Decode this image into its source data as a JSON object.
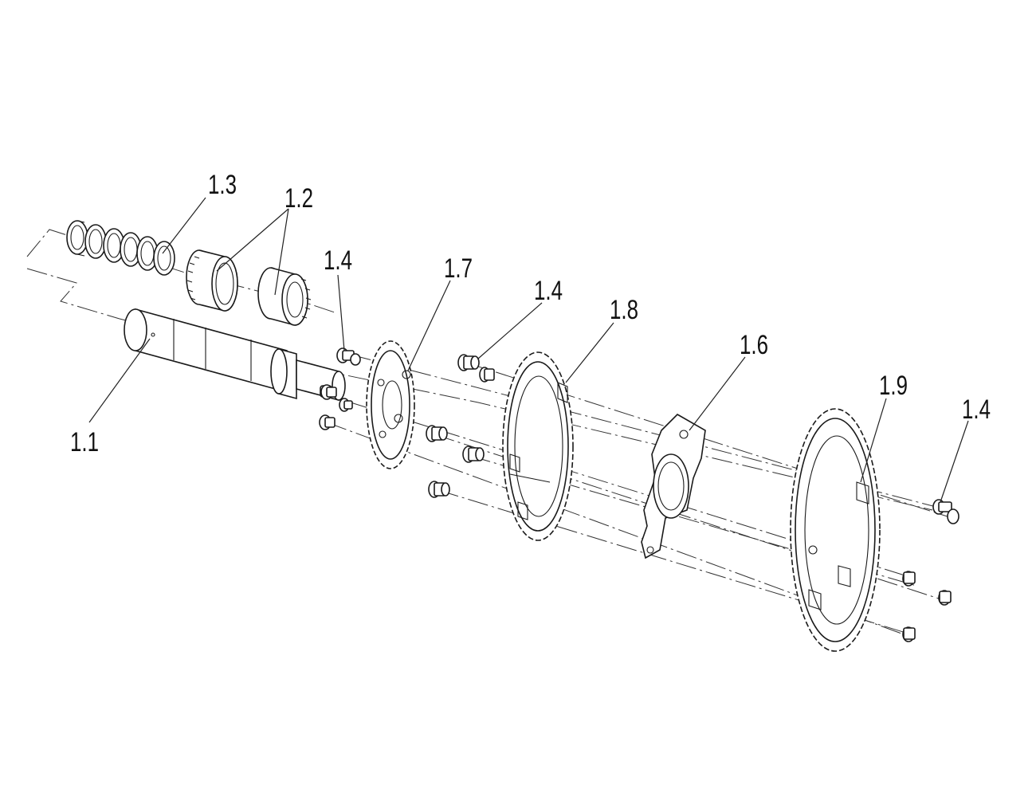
{
  "diagram": {
    "callouts": [
      {
        "id": "c-1-3",
        "label": "1.3"
      },
      {
        "id": "c-1-2",
        "label": "1.2"
      },
      {
        "id": "c-1-4-a",
        "label": "1.4"
      },
      {
        "id": "c-1-7",
        "label": "1.7"
      },
      {
        "id": "c-1-4-b",
        "label": "1.4"
      },
      {
        "id": "c-1-8",
        "label": "1.8"
      },
      {
        "id": "c-1-6",
        "label": "1.6"
      },
      {
        "id": "c-1-9",
        "label": "1.9"
      },
      {
        "id": "c-1-4-c",
        "label": "1.4"
      },
      {
        "id": "c-1-1",
        "label": "1.1"
      }
    ]
  }
}
